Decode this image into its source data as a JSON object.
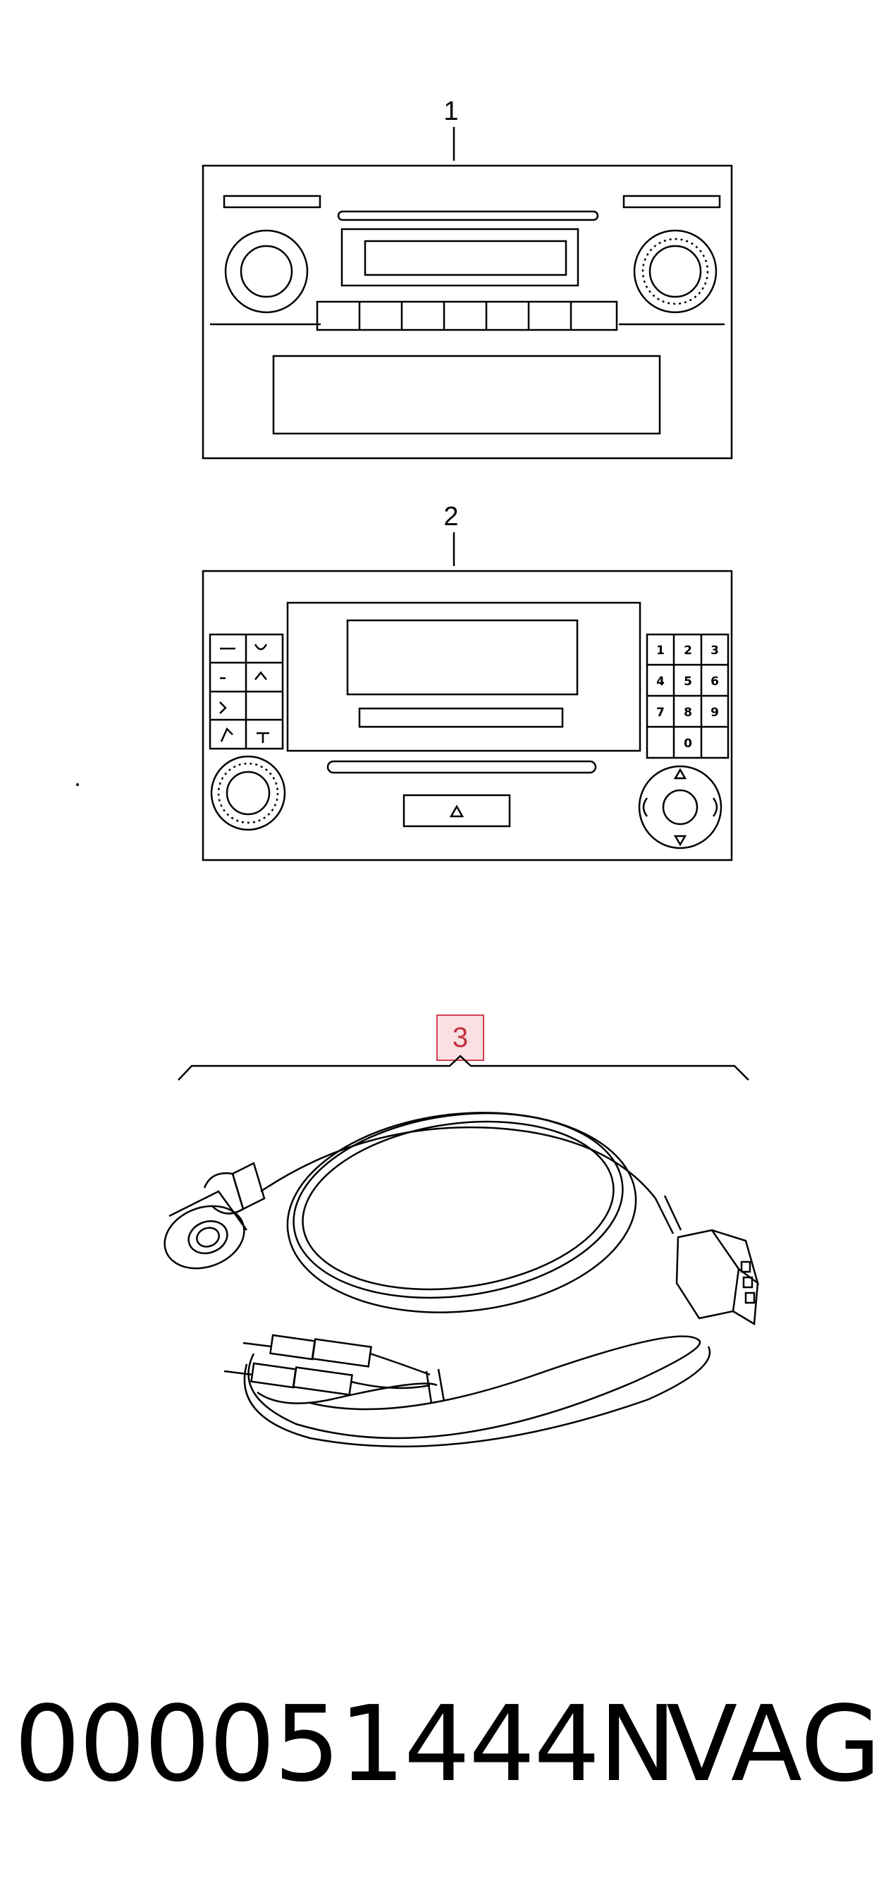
{
  "callouts": {
    "item_1": "1",
    "item_2": "2",
    "item_3": "3"
  },
  "keypad": {
    "keys": [
      "1",
      "2",
      "3",
      "4",
      "5",
      "6",
      "7",
      "8",
      "9",
      "0"
    ]
  },
  "footer": {
    "part_number": "000051444N",
    "brand": "VAG"
  },
  "colors": {
    "line": "#000000",
    "highlight_border": "#d04050",
    "highlight_fill": "#fbe0e3"
  }
}
